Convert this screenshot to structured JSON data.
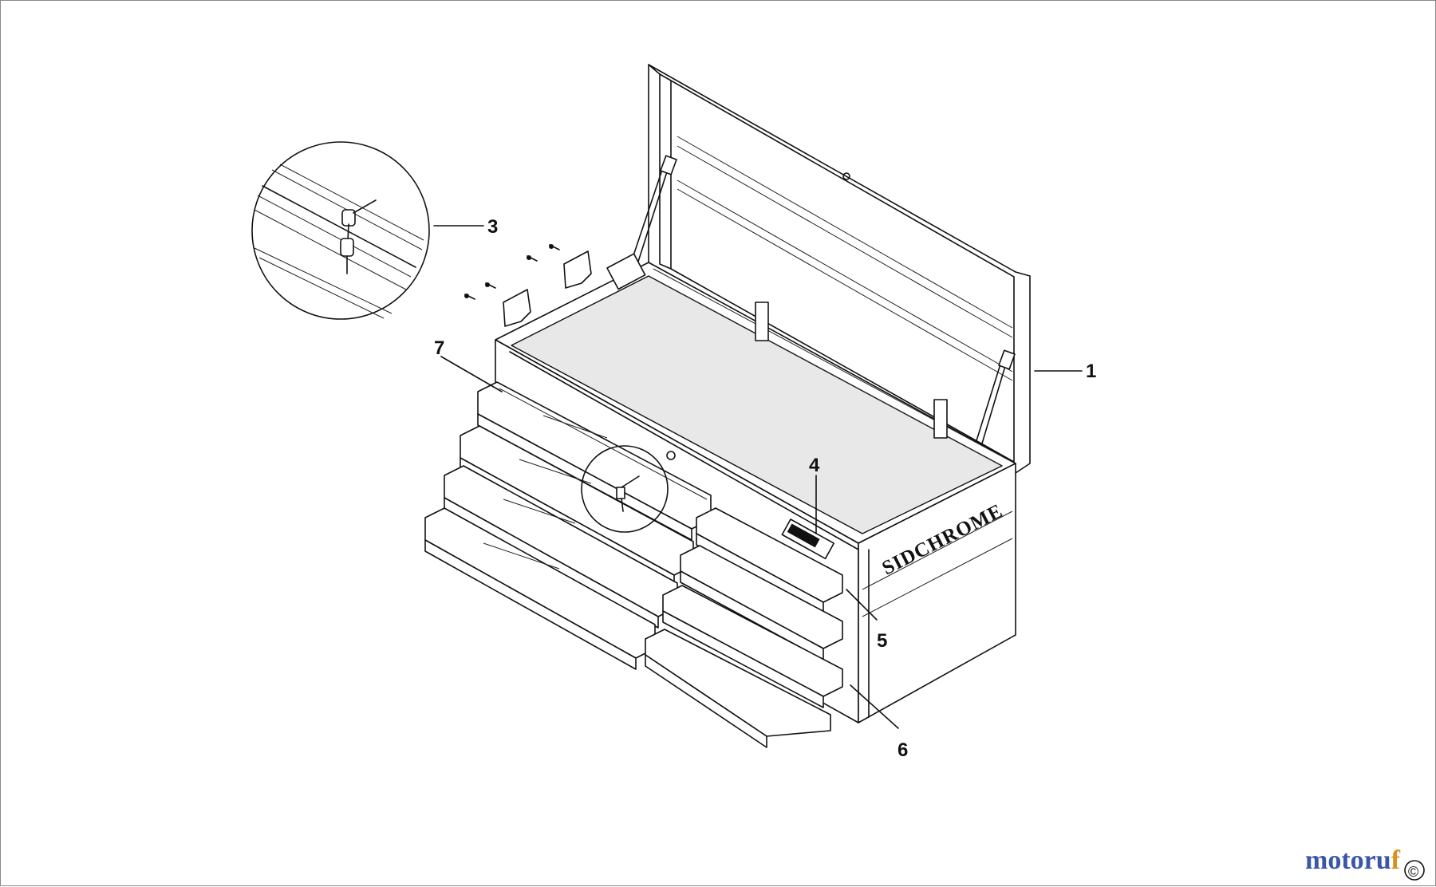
{
  "diagram": {
    "brand_label": "SIDCHROME",
    "callouts": [
      {
        "id": "1",
        "label": "1"
      },
      {
        "id": "3",
        "label": "3"
      },
      {
        "id": "4",
        "label": "4"
      },
      {
        "id": "5",
        "label": "5"
      },
      {
        "id": "6",
        "label": "6"
      },
      {
        "id": "7",
        "label": "7"
      }
    ]
  },
  "watermark": {
    "part1": "motoru",
    "part2": "f",
    "colors": {
      "part1": "#3b56a8",
      "part2": "#d9901f"
    }
  },
  "copyright_mark": "©"
}
